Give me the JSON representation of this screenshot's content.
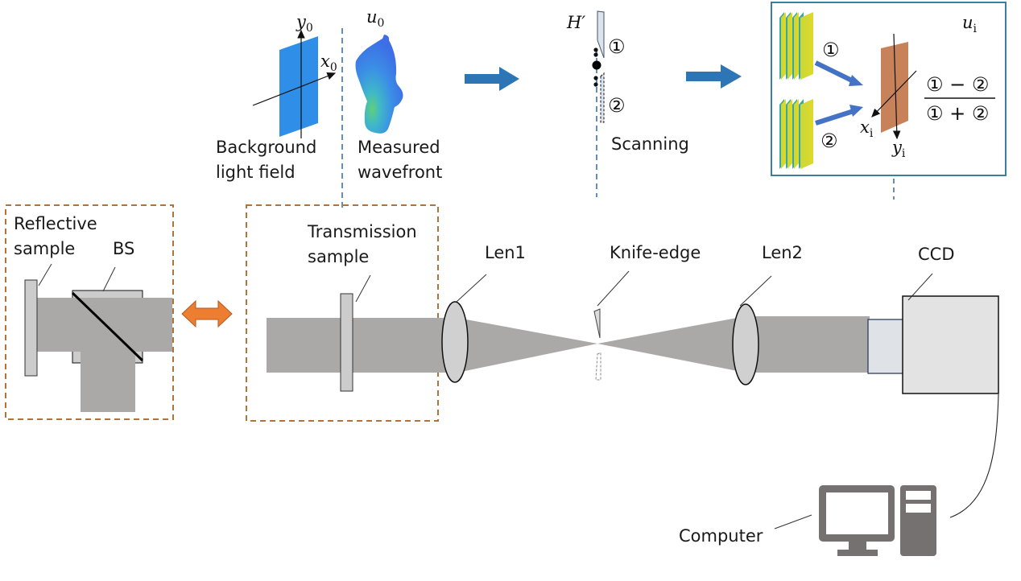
{
  "diagram": {
    "title": "Knife-edge scanning wavefront measurement setup",
    "top_row": {
      "background_field": {
        "label_line1": "Background",
        "label_line2": "light field",
        "axis_y": "y",
        "axis_y_sub": "0",
        "axis_x": "x",
        "axis_x_sub": "0"
      },
      "measured_wavefront": {
        "symbol": "u",
        "symbol_sub": "0",
        "label_line1": "Measured",
        "label_line2": "wavefront"
      },
      "scanning": {
        "symbol": "H′",
        "position_1": "①",
        "position_2": "②",
        "label": "Scanning"
      },
      "reconstruction": {
        "symbol": "u",
        "symbol_sub": "i",
        "input_1": "①",
        "input_2": "②",
        "axis_x": "x",
        "axis_x_sub": "i",
        "axis_y": "y",
        "axis_y_sub": "i",
        "formula_numerator": "① − ②",
        "formula_denominator": "① + ②"
      }
    },
    "setup": {
      "reflective_box": {
        "label_line1": "Reflective",
        "label_line2": "sample",
        "bs_label": "BS"
      },
      "transmission_box": {
        "label_line1": "Transmission",
        "label_line2": "sample"
      },
      "lens1_label": "Len1",
      "knife_edge_label": "Knife-edge",
      "lens2_label": "Len2",
      "ccd_label": "CCD",
      "computer_label": "Computer"
    },
    "colors": {
      "beam": "#aba8a8",
      "component_fill": "#cccccc",
      "dashed_box": "#b0733c",
      "blue_arrow": "#2e75b6",
      "orange_arrow": "#ed7d31",
      "panel_border": "#3a7fa0",
      "dash_line": "#4472a4",
      "computer_icon": "#757171",
      "wavefront_blue": "#3d8fe0",
      "background_plane": "#2f8fe8",
      "reconstructed_plane": "#c7825a",
      "stack_yellow": "#d4d42a",
      "stack_teal": "#3aa8a0"
    }
  }
}
